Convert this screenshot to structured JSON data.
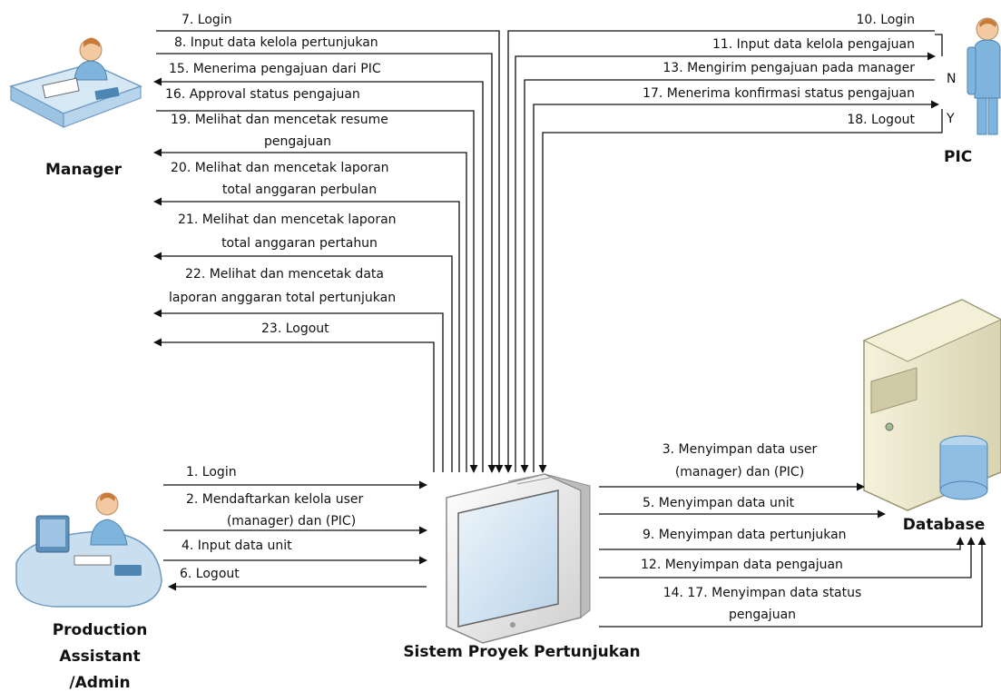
{
  "actors": {
    "manager": "Manager",
    "pic": "PIC",
    "admin_line1": "Production",
    "admin_line2": "Assistant",
    "admin_line3": "/Admin",
    "database": "Database",
    "system": "Sistem Proyek Pertunjukan"
  },
  "pic_flags": {
    "n": "N",
    "y": "Y"
  },
  "manager_flows": [
    "7. Login",
    "8. Input data kelola pertunjukan",
    "15. Menerima pengajuan dari PIC",
    "16. Approval status pengajuan",
    "19. Melihat dan mencetak resume",
    "pengajuan",
    "20. Melihat dan mencetak laporan",
    "total anggaran perbulan",
    "21. Melihat dan mencetak laporan",
    "total anggaran pertahun",
    "22. Melihat dan mencetak data",
    "laporan anggaran total  pertunjukan",
    "23. Logout"
  ],
  "pic_flows": [
    "10. Login",
    "11. Input data kelola pengajuan",
    "13. Mengirim pengajuan pada manager",
    "17. Menerima konfirmasi status pengajuan",
    "18. Logout"
  ],
  "admin_flows": [
    "1. Login",
    "2. Mendaftarkan kelola user",
    "(manager) dan (PIC)",
    "4. Input data unit",
    "6. Logout"
  ],
  "db_flows": [
    "3. Menyimpan data user",
    "(manager) dan (PIC)",
    "5. Menyimpan data unit",
    "9. Menyimpan data pertunjukan",
    "12. Menyimpan data pengajuan",
    "14. 17. Menyimpan data status",
    "pengajuan"
  ],
  "colors": {
    "person_body": "#7fb4dc",
    "desk": "#c9dff0",
    "monitor": "#ececec",
    "screen": "#d6e7f4",
    "server": "#eae6cc",
    "db_cylinder": "#8fbde3"
  }
}
